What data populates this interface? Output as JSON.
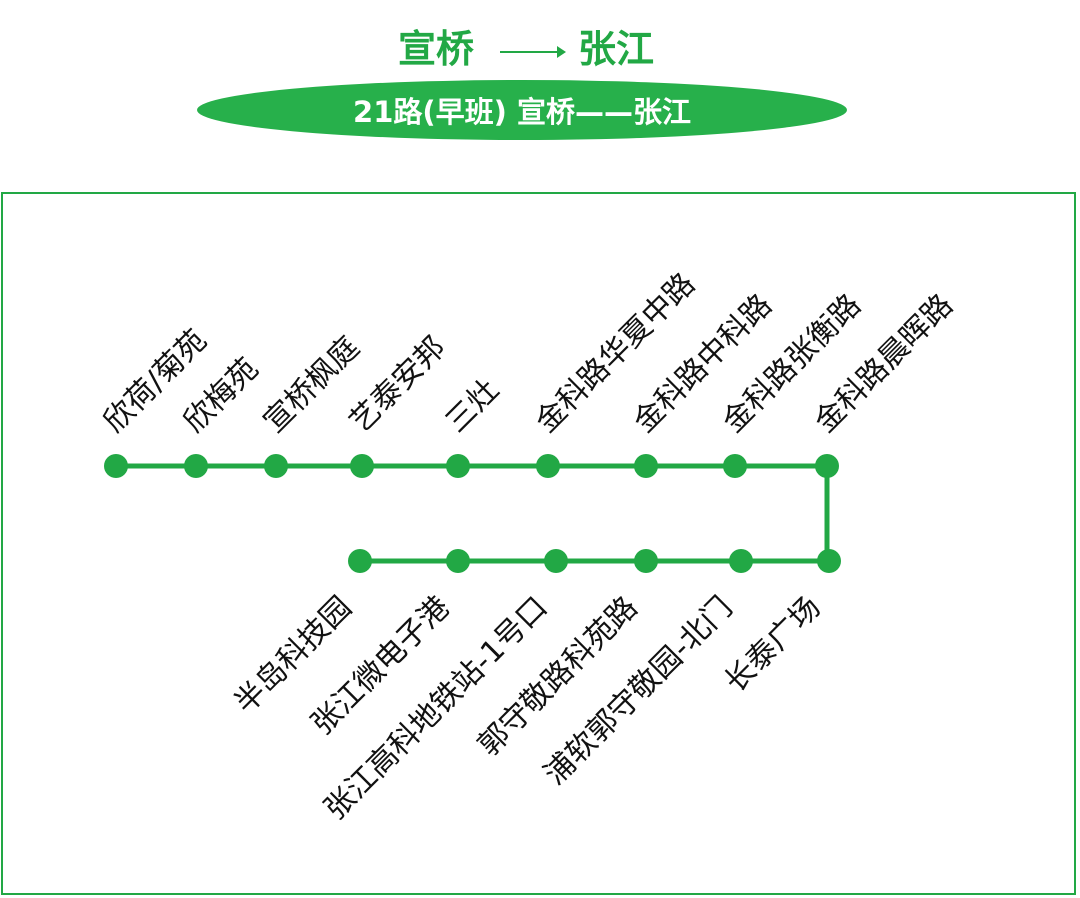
{
  "header": {
    "from": "宣桥",
    "to": "张江",
    "route_label": "21路(早班)  宣桥——张江"
  },
  "colors": {
    "accent": "#22a845",
    "pill": "#27b04b"
  },
  "route": {
    "upper_stations": [
      "欣荷/菊苑",
      "欣梅苑",
      "宣桥枫庭",
      "艺泰安邦",
      "三灶",
      "金科路华夏中路",
      "金科路中科路",
      "金科路张衡路",
      "金科路晨晖路"
    ],
    "lower_stations": [
      "半岛科技园",
      "张江微电子港",
      "张江高科地铁站-1号口",
      "郭守敬路科苑路",
      "浦软郭守敬园-北门",
      "长泰广场"
    ]
  }
}
